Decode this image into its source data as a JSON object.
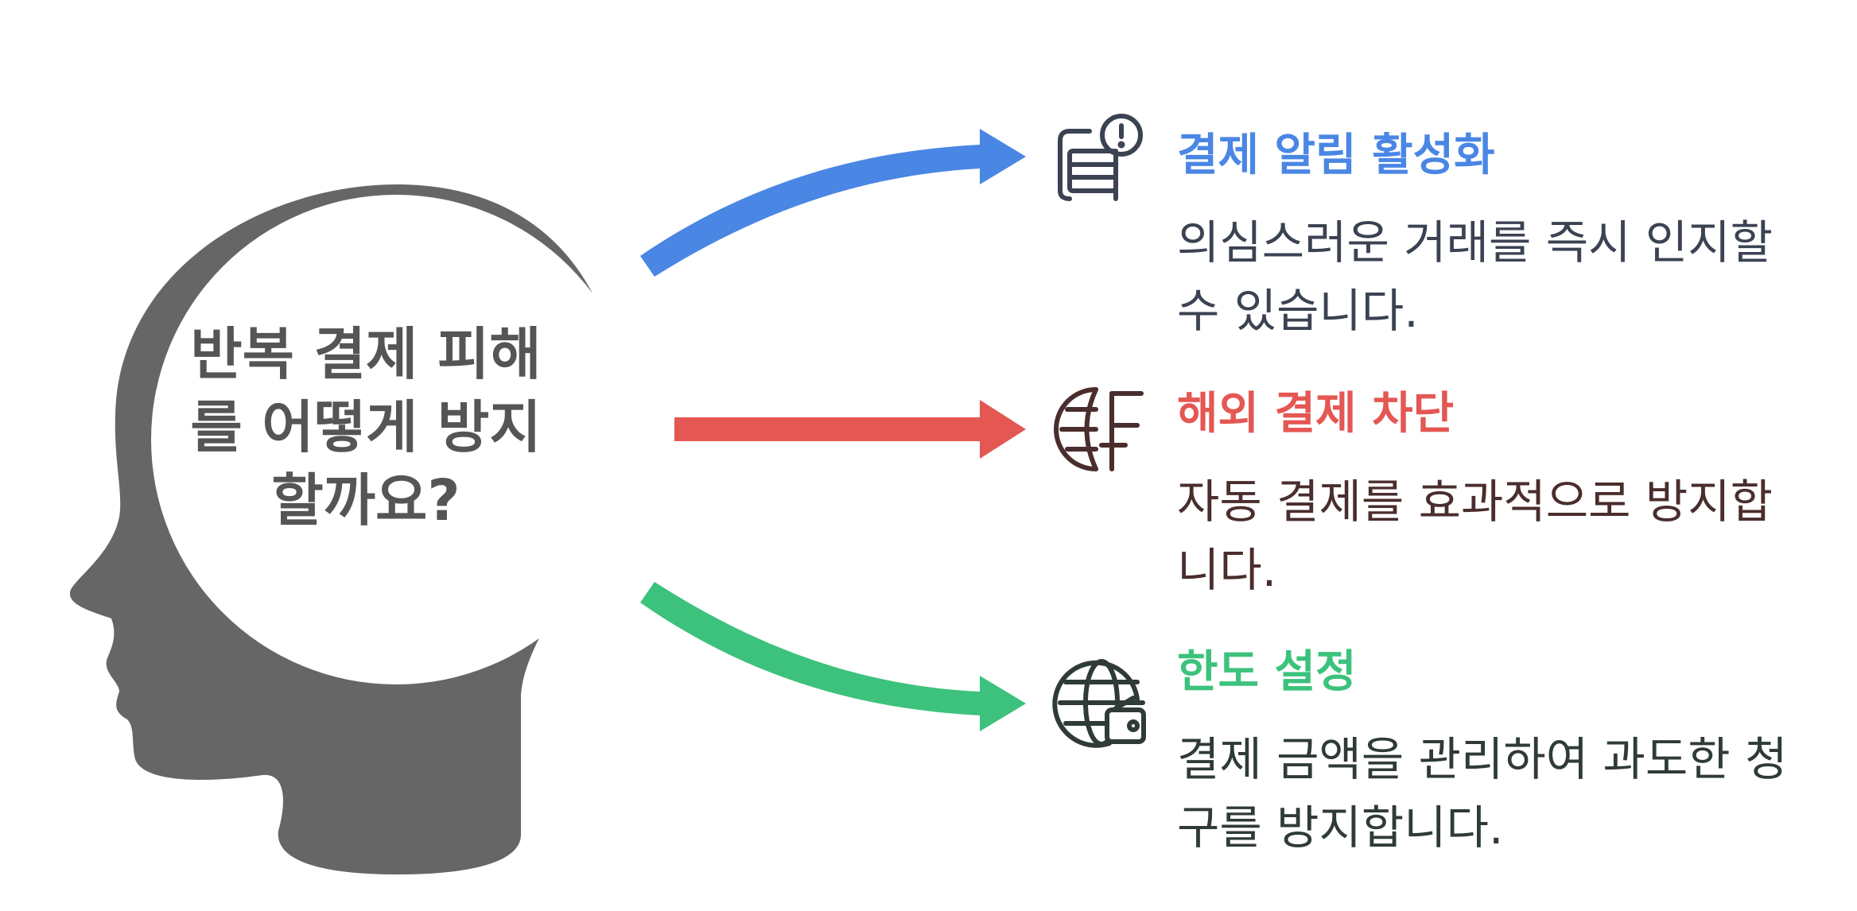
{
  "center": {
    "title": "반복 결제 피해\n를 어떻게 방지\n할까요?"
  },
  "items": [
    {
      "title": "결제 알림 활성화",
      "description": "의심스러운 거래를 즉시 인지할 수 있습니다.",
      "color": "#4a86e4",
      "icon": "document-alert-icon"
    },
    {
      "title": "해외 결제 차단",
      "description": "자동 결제를 효과적으로 방지합니다.",
      "color": "#e45753",
      "icon": "globe-franc-icon"
    },
    {
      "title": "한도 설정",
      "description": "결제 금액을 관리하여 과도한 청구를 방지합니다.",
      "color": "#3cc27c",
      "icon": "globe-wallet-icon"
    }
  ],
  "colors": {
    "head": "#666666",
    "desc_1": "#3b4252",
    "desc_2": "#4a2d2d",
    "desc_3": "#2f3b35"
  }
}
